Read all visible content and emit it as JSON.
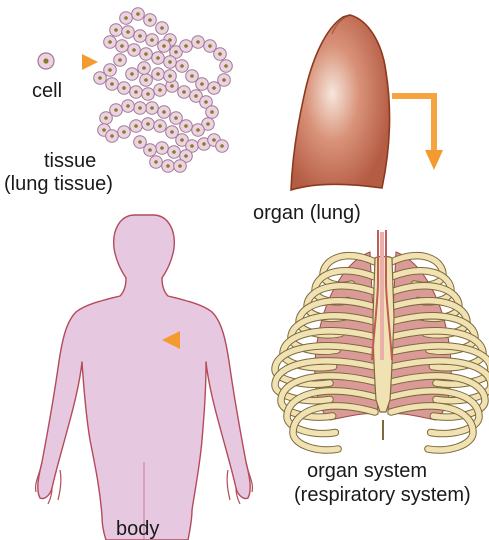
{
  "labels": {
    "cell": "cell",
    "tissue": "tissue",
    "tissue_detail": "(lung tissue)",
    "organ": "organ (lung)",
    "organ_system": "organ system",
    "organ_system_detail": "(respiratory system)",
    "body": "body"
  },
  "colors": {
    "cell_fill": "#ecd3e4",
    "cell_stroke": "#a07890",
    "nucleus": "#8a7a2a",
    "lung_edge": "#8c3a1e",
    "lung_fill": "#b9604a",
    "lung_highlight": "#f6e6dc",
    "arrow_orange": "#f59a2e",
    "rib_fill": "#f1e2b4",
    "rib_stroke": "#7d6a3a",
    "organ_pink": "#d99a98",
    "body_fill": "#e6c8e0",
    "body_stroke": "#b44a5a"
  }
}
